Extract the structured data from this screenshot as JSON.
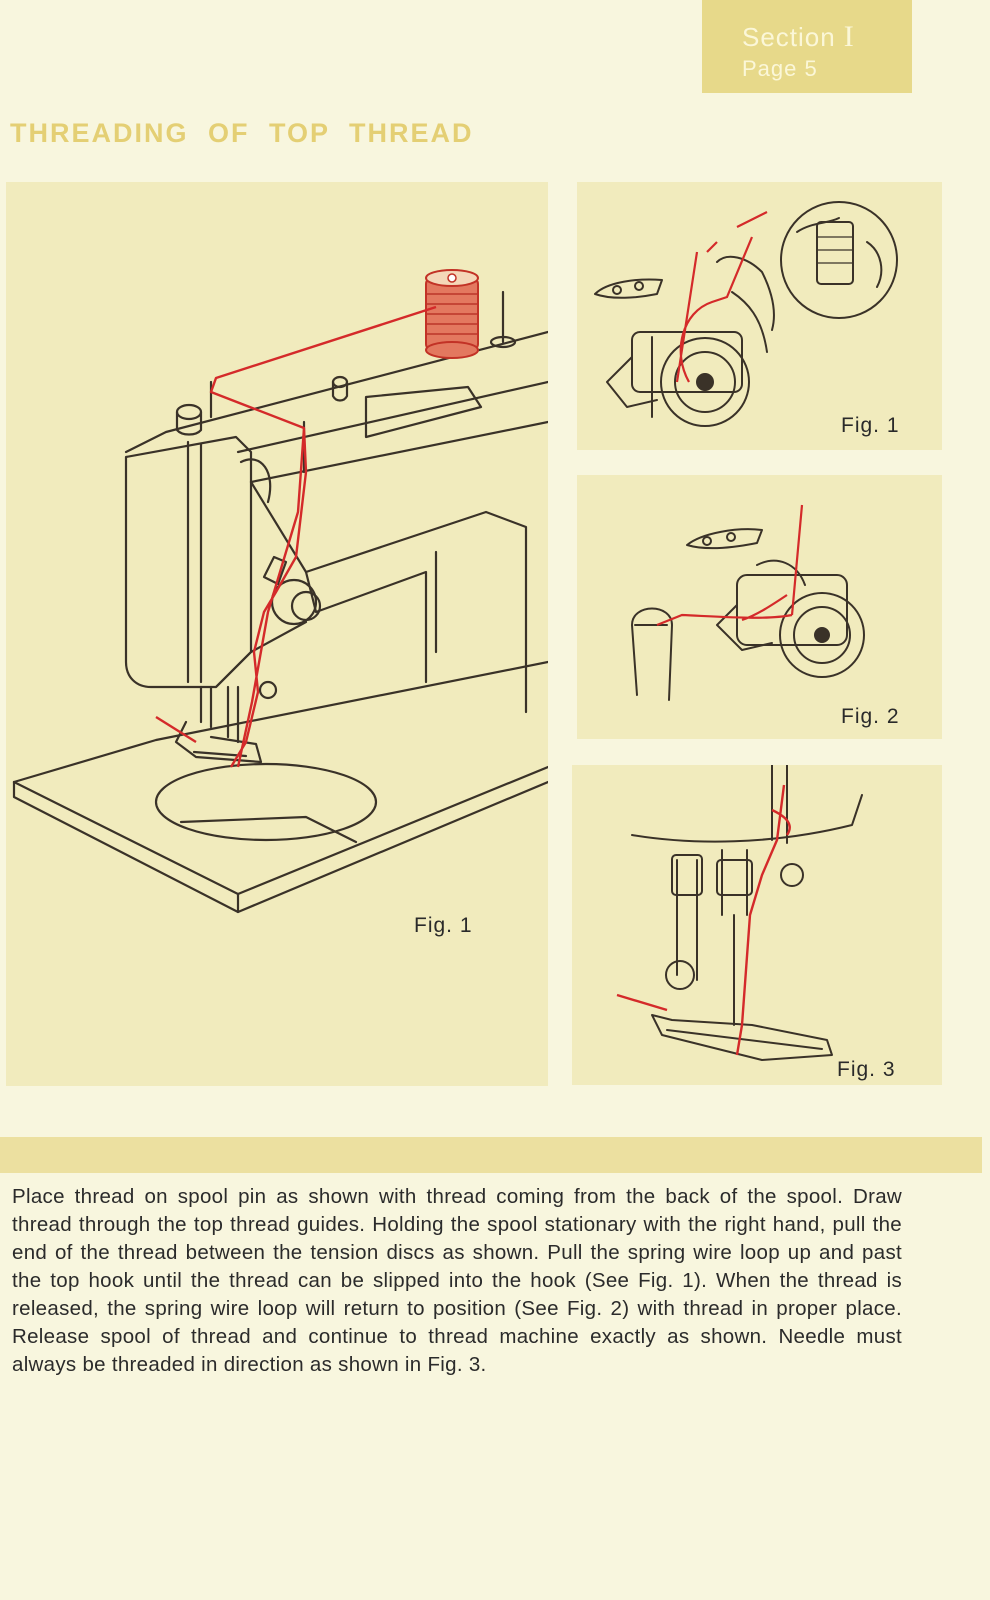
{
  "section_tab": {
    "section": "Section",
    "numeral": "I",
    "page": "Page 5"
  },
  "title": "THREADING OF TOP THREAD",
  "figures": {
    "main": {
      "label": "Fig. 1"
    },
    "small_1": {
      "label": "Fig. 1"
    },
    "small_2": {
      "label": "Fig. 2"
    },
    "small_3": {
      "label": "Fig. 3"
    }
  },
  "body_text": "Place thread on spool pin as shown with thread coming from the back of the spool. Draw thread through the top thread guides. Holding the spool stationary with the right hand, pull the end of the thread between the tension discs as shown. Pull the spring wire loop up and past the top hook until the thread can be slipped into the hook (See Fig. 1). When the thread is released, the spring wire loop will return to position (See Fig. 2) with thread in proper place. Release spool of thread and continue to thread machine exactly as shown. Needle must always be threaded in direction as shown in Fig. 3.",
  "colors": {
    "thread": "#d42a2a",
    "line_art": "#3a3228",
    "accent": "#e4cf74",
    "panel": "#f1ebbd"
  }
}
